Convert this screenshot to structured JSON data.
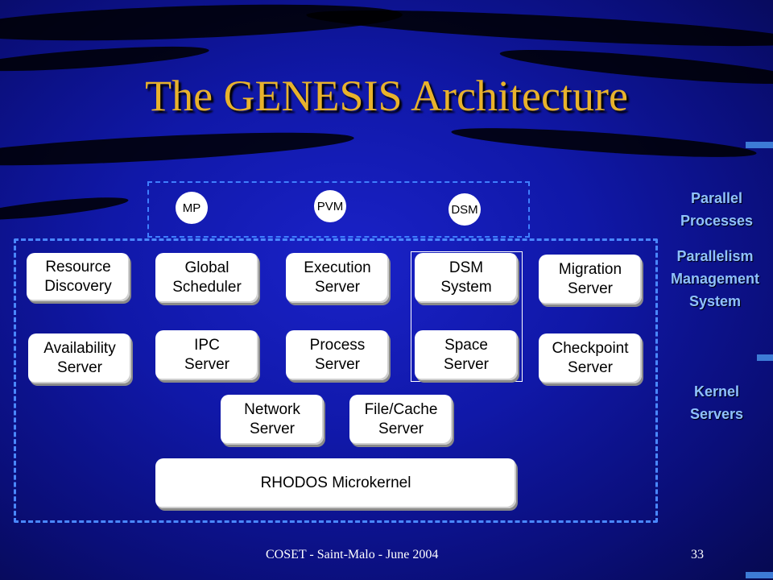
{
  "slide": {
    "title": "The GENESIS Architecture",
    "footer": "COSET - Saint-Malo - June 2004",
    "page_number": "33"
  },
  "parallel_processes": [
    "MP",
    "PVM",
    "DSM"
  ],
  "servers": {
    "resource_discovery": [
      "Resource",
      "Discovery"
    ],
    "global_scheduler": [
      "Global",
      "Scheduler"
    ],
    "execution_server": [
      "Execution",
      "Server"
    ],
    "dsm_system": [
      "DSM",
      "System"
    ],
    "migration_server": [
      "Migration",
      "Server"
    ],
    "availability_server": [
      "Availability",
      "Server"
    ],
    "ipc_server": [
      "IPC",
      "Server"
    ],
    "process_server": [
      "Process",
      "Server"
    ],
    "space_server": [
      "Space",
      "Server"
    ],
    "checkpoint_server": [
      "Checkpoint",
      "Server"
    ],
    "network_server": [
      "Network",
      "Server"
    ],
    "file_cache_server": [
      "File/Cache",
      "Server"
    ],
    "microkernel": "RHODOS Microkernel"
  },
  "layer_labels": {
    "parallel_processes": [
      "Parallel",
      "Processes"
    ],
    "parallelism_management": [
      "Parallelism",
      "Management",
      "System"
    ],
    "kernel_servers": [
      "Kernel",
      "Servers"
    ]
  },
  "colors": {
    "title": "#e8b22c",
    "label": "#8fc1ff",
    "dash": "#4a88ff"
  }
}
